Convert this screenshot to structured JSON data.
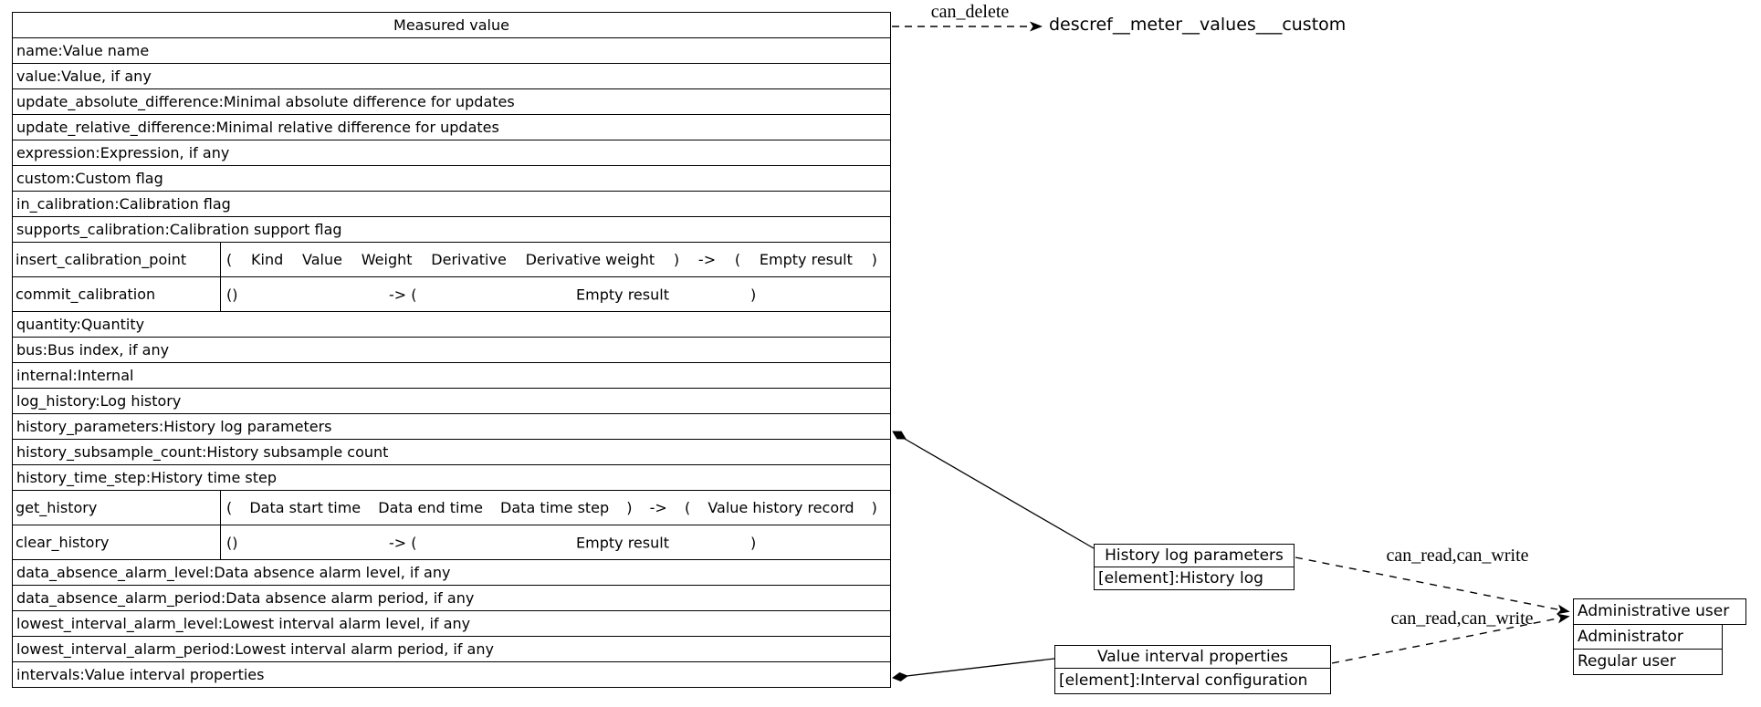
{
  "table": {
    "title": "Measured value",
    "attrs_a": [
      "name:Value name",
      "value:Value, if any",
      "update_absolute_difference:Minimal absolute difference for updates",
      "update_relative_difference:Minimal relative difference for updates",
      "expression:Expression, if any",
      "custom:Custom flag",
      "in_calibration:Calibration flag",
      "supports_calibration:Calibration support flag"
    ],
    "method_insert": {
      "name": "insert_calibration_point",
      "sig": [
        "(",
        "Kind",
        "Value",
        "Weight",
        "Derivative",
        "Derivative weight",
        ")",
        "->",
        "(",
        "Empty result",
        ")"
      ]
    },
    "method_commit": {
      "name": "commit_calibration",
      "t1": "()",
      "t2": "-> (",
      "t3": "Empty result",
      "t4": ")"
    },
    "attrs_b": [
      "quantity:Quantity",
      "bus:Bus index, if any",
      "internal:Internal",
      "log_history:Log history",
      "history_parameters:History log parameters",
      "history_subsample_count:History subsample count",
      "history_time_step:History time step"
    ],
    "method_get_history": {
      "name": "get_history",
      "sig": [
        "(",
        "Data start time",
        "Data end time",
        "Data time step",
        ")",
        "->",
        "(",
        "Value history record",
        ")"
      ]
    },
    "method_clear_history": {
      "name": "clear_history",
      "t1": "()",
      "t2": "-> (",
      "t3": "Empty result",
      "t4": ")"
    },
    "attrs_c": [
      "data_absence_alarm_level:Data absence alarm level, if any",
      "data_absence_alarm_period:Data absence alarm period, if any",
      "lowest_interval_alarm_level:Lowest interval alarm level, if any",
      "lowest_interval_alarm_period:Lowest interval alarm period, if any",
      "intervals:Value interval properties"
    ]
  },
  "nodes": {
    "descref": "descref__meter__values___custom",
    "history_box": {
      "title": "History log parameters",
      "row": "[element]:History log"
    },
    "interval_box": {
      "title": "Value interval properties",
      "row": "[element]:Interval configuration"
    },
    "admin_box": {
      "title": "Administrative user",
      "rows": [
        "Administrator",
        "Regular user"
      ]
    }
  },
  "edges": {
    "can_delete": "can_delete",
    "read_write_1": "can_read,can_write",
    "read_write_2": "can_read,can_write"
  },
  "colors": {
    "line": "#000000",
    "background": "#ffffff"
  }
}
